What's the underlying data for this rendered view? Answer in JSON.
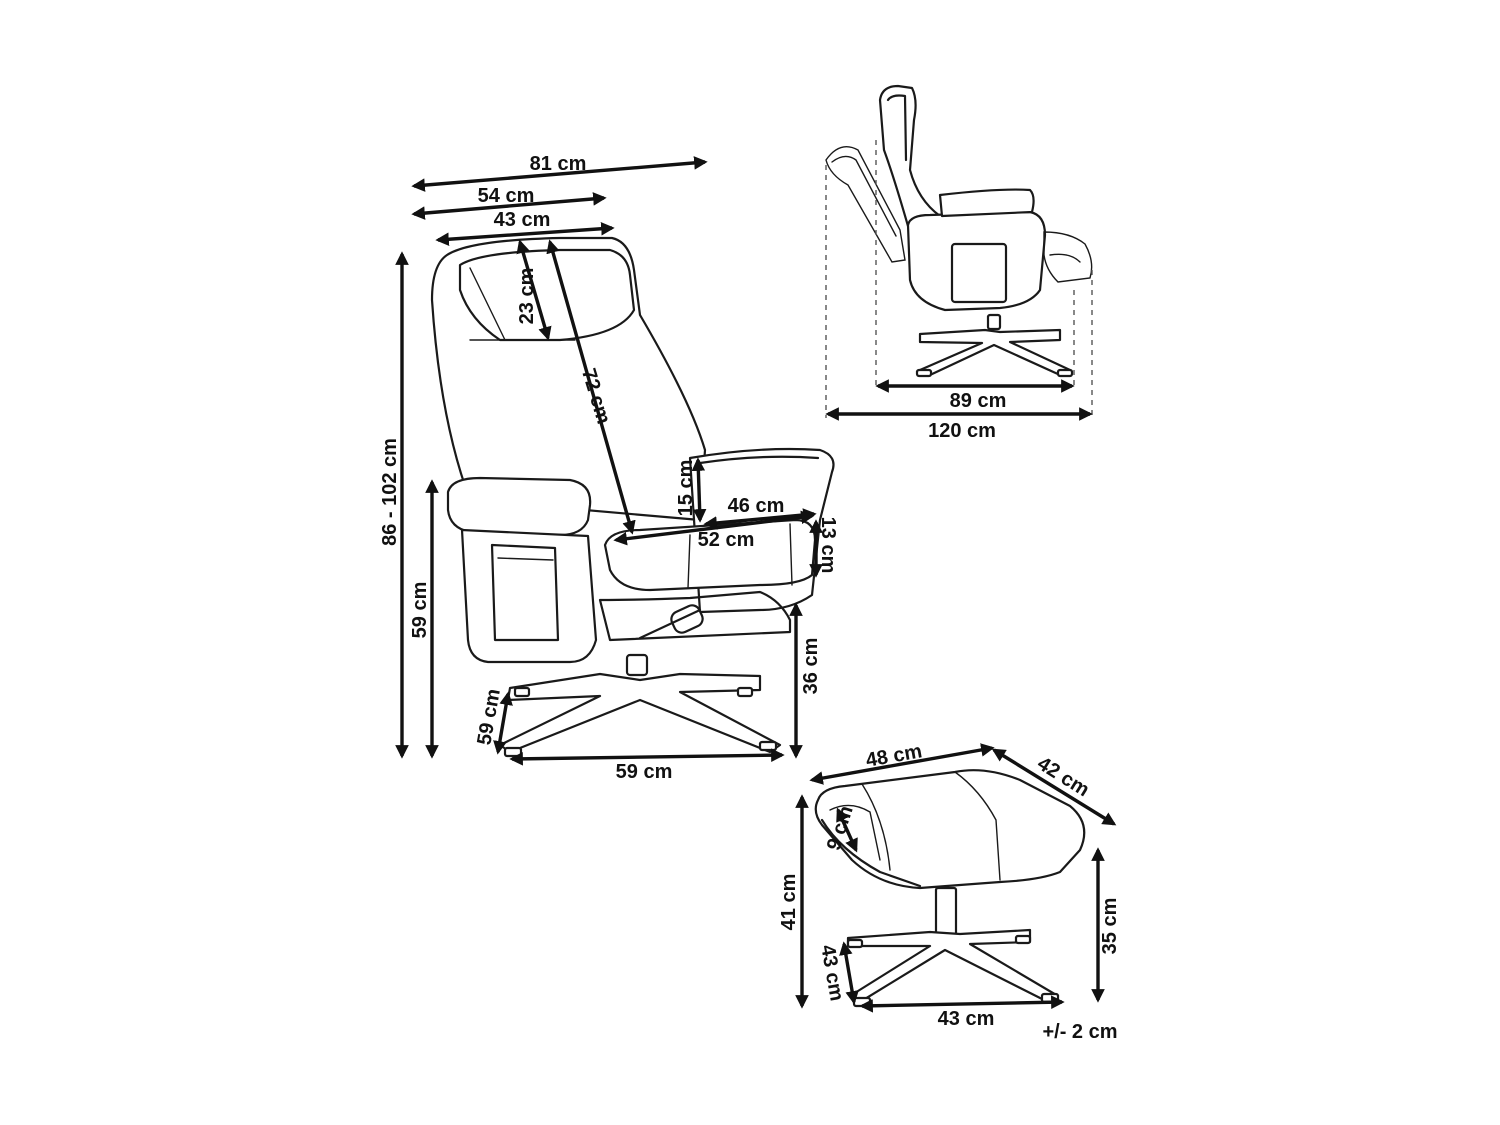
{
  "labels": {
    "overall_width": "81 cm",
    "back_width": "54 cm",
    "headrest_width": "43 cm",
    "headrest_height": "23 cm",
    "back_height": "72 cm",
    "total_height": "86 - 102 cm",
    "armrest_height": "59 cm",
    "armrest_thickness": "15 cm",
    "armrest_length": "46 cm",
    "seat_depth": "52 cm",
    "seat_thickness": "13 cm",
    "seat_height": "36 cm",
    "base_depth": "59 cm",
    "base_width": "59 cm",
    "side_depth": "89 cm",
    "reclined_length": "120 cm",
    "ottoman_width": "48 cm",
    "ottoman_depth": "42 cm",
    "ottoman_thickness": "9 cm",
    "ottoman_total_height": "41 cm",
    "ottoman_base_height": "35 cm",
    "ottoman_base_depth": "43 cm",
    "ottoman_base_width": "43 cm",
    "tolerance": "+/- 2 cm"
  }
}
